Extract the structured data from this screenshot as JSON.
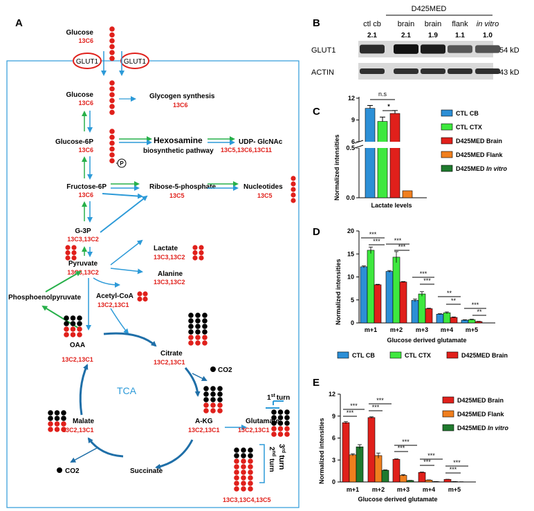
{
  "panels": {
    "a": "A",
    "b": "B",
    "c": "C",
    "d": "D",
    "e": "E"
  },
  "colors": {
    "red": "#e0201b",
    "blue": "#2c9ad8",
    "green": "#27b04a",
    "black": "#000000",
    "ctl_cb": "#2c8fd6",
    "ctl_ctx": "#3ee83e",
    "brain": "#e0201b",
    "flank": "#f07f1e",
    "invitro": "#1f7a2e"
  },
  "pathway": {
    "glucose_top": "Glucose",
    "glucose_top_iso": "13C6",
    "glut1_left": "GLUT1",
    "glut1_right": "GLUT1",
    "glucose": "Glucose",
    "glucose_iso": "13C6",
    "glycogen": "Glycogen synthesis",
    "glycogen_iso": "13C6",
    "g6p": "Glucose-6P",
    "g6p_iso": "13C6",
    "hexosamine": "Hexosamine",
    "hexosamine_sub": "biosynthetic pathway",
    "udp": "UDP- GlcNAc",
    "udp_iso": "13C5,13C6,13C11",
    "phosphate": "P",
    "f6p": "Fructose-6P",
    "f6p_iso": "13C6",
    "r5p": "Ribose-5-phosphate",
    "r5p_iso": "13C5",
    "nucleotides": "Nucleotides",
    "nucleotides_iso": "13C5",
    "g3p": "G-3P",
    "g3p_iso": "13C3,13C2",
    "lactate": "Lactate",
    "lactate_iso": "13C3,13C2",
    "alanine": "Alanine",
    "alanine_iso": "13C3,13C2",
    "pyruvate": "Pyruvate",
    "pyruvate_iso": "13C3,13C2",
    "pep": "Phosphoenolpyruvate",
    "acetylcoa": "Acetyl-CoA",
    "acetylcoa_iso": "13C2,13C1",
    "oaa": "OAA",
    "oaa_iso": "13C2,13C1",
    "citrate": "Citrate",
    "citrate_iso": "13C2,13C1",
    "co2_a": "CO2",
    "co2_b": "CO2",
    "tca": "TCA",
    "malate": "Malate",
    "malate_iso": "13C2,13C1",
    "akg": "A-KG",
    "akg_iso": "13C2,13C1",
    "glutamate": "Glutamate",
    "glutamate_iso": "13C2,13C1",
    "succinate": "Succinate",
    "turn1_num": "1",
    "turn1_sup": "st",
    "turn1_word": "turn",
    "turn2_num": "2",
    "turn2_sup": "nd",
    "turn2_word": "turn",
    "turn3_num": "3",
    "turn3_sup": "rd",
    "turn3_word": "turn",
    "bottom_iso": "13C3,13C4,13C5"
  },
  "western": {
    "group_label": "D425MED",
    "lanes": [
      {
        "label": "ctl cb",
        "italic": false,
        "ratio": "2.1"
      },
      {
        "label": "brain",
        "italic": false,
        "ratio": "2.1"
      },
      {
        "label": "brain",
        "italic": false,
        "ratio": "1.9"
      },
      {
        "label": "flank",
        "italic": false,
        "ratio": "1.1"
      },
      {
        "label": "in vitro",
        "italic": true,
        "ratio": "1.0"
      }
    ],
    "rows": [
      {
        "label": "GLUT1",
        "size": "54 kD"
      },
      {
        "label": "ACTIN",
        "size": "43 kD"
      }
    ]
  },
  "chart_data": [
    {
      "panel": "C",
      "type": "bar",
      "categories": [
        "Lactate levels"
      ],
      "xlabel": "Lactate levels",
      "ylabel": "Normalized intensities",
      "axis_break": {
        "lower": [
          0,
          0.5
        ],
        "upper": [
          6,
          12
        ]
      },
      "yticks_lower": [
        "0.0",
        "0.5"
      ],
      "yticks_upper": [
        "6",
        "9",
        "12"
      ],
      "series": [
        {
          "name": "CTL CB",
          "values": [
            10.6
          ],
          "err": [
            0.4
          ]
        },
        {
          "name": "CTL CTX",
          "values": [
            8.8
          ],
          "err": [
            0.6
          ]
        },
        {
          "name": "D425MED Brain",
          "values": [
            9.9
          ],
          "err": [
            0.4
          ]
        },
        {
          "name": "D425MED Flank",
          "values": [
            0.07
          ],
          "err": [
            0
          ]
        },
        {
          "name": "D425MED In vitro",
          "values": [
            0.0
          ],
          "err": [
            0
          ]
        }
      ],
      "legend": [
        {
          "text": "CTL CB",
          "italic": ""
        },
        {
          "text": "CTL CTX",
          "italic": ""
        },
        {
          "text": "D425MED Brain",
          "italic": ""
        },
        {
          "text": "D425MED Flank",
          "italic": ""
        },
        {
          "text": "D425MED ",
          "italic": "In vitro"
        }
      ],
      "sig": [
        "n.s",
        "*"
      ]
    },
    {
      "panel": "D",
      "type": "bar",
      "categories": [
        "m+1",
        "m+2",
        "m+3",
        "m+4",
        "m+5"
      ],
      "xlabel": "Glucose derived glutamate",
      "ylabel": "Normalized intensities",
      "ylim": [
        0,
        20
      ],
      "yticks": [
        "0",
        "5",
        "10",
        "15",
        "20"
      ],
      "series": [
        {
          "name": "CTL CB",
          "values": [
            12.2,
            11.2,
            4.9,
            1.9,
            0.6
          ],
          "err": [
            0.2,
            0.2,
            0.3,
            0.1,
            0.1
          ]
        },
        {
          "name": "CTL CTX",
          "values": [
            15.8,
            14.3,
            6.3,
            2.2,
            0.7
          ],
          "err": [
            0.7,
            1.2,
            0.5,
            0.2,
            0.1
          ]
        },
        {
          "name": "D425MED Brain",
          "values": [
            8.3,
            8.9,
            3.1,
            1.2,
            0.3
          ],
          "err": [
            0.1,
            0.1,
            0.1,
            0.1,
            0.05
          ]
        }
      ],
      "legend": [
        "CTL CB",
        "CTL CTX",
        "D425MED Brain"
      ],
      "sig": [
        "***",
        "***",
        "***",
        "***",
        "***",
        "***",
        "**",
        "**",
        "***",
        "**"
      ]
    },
    {
      "panel": "E",
      "type": "bar",
      "categories": [
        "m+1",
        "m+2",
        "m+3",
        "m+4",
        "m+5"
      ],
      "xlabel": "Glucose derived glutamate",
      "ylabel": "Normalized intensities",
      "ylim": [
        0,
        12
      ],
      "yticks": [
        "0",
        "3",
        "6",
        "9",
        "12"
      ],
      "series": [
        {
          "name": "D425MED Brain",
          "values": [
            8.1,
            8.8,
            3.1,
            1.3,
            0.35
          ],
          "err": [
            0.15,
            0.1,
            0.05,
            0.05,
            0.02
          ]
        },
        {
          "name": "D425MED Flank",
          "values": [
            3.7,
            3.6,
            0.9,
            0.25,
            0.05
          ],
          "err": [
            0.15,
            0.35,
            0.1,
            0.03,
            0.01
          ]
        },
        {
          "name": "D425MED In vitro",
          "values": [
            4.8,
            1.6,
            0.2,
            0.05,
            0.02
          ],
          "err": [
            0.3,
            0.05,
            0.02,
            0.01,
            0.01
          ]
        }
      ],
      "legend": [
        {
          "text": "D425MED Brain",
          "italic": ""
        },
        {
          "text": "D425MED Flank",
          "italic": ""
        },
        {
          "text": "D425MED ",
          "italic": "In vitro"
        }
      ],
      "sig": [
        "***",
        "***",
        "***",
        "***",
        "***",
        "***",
        "***",
        "***",
        "***",
        "***"
      ]
    }
  ]
}
